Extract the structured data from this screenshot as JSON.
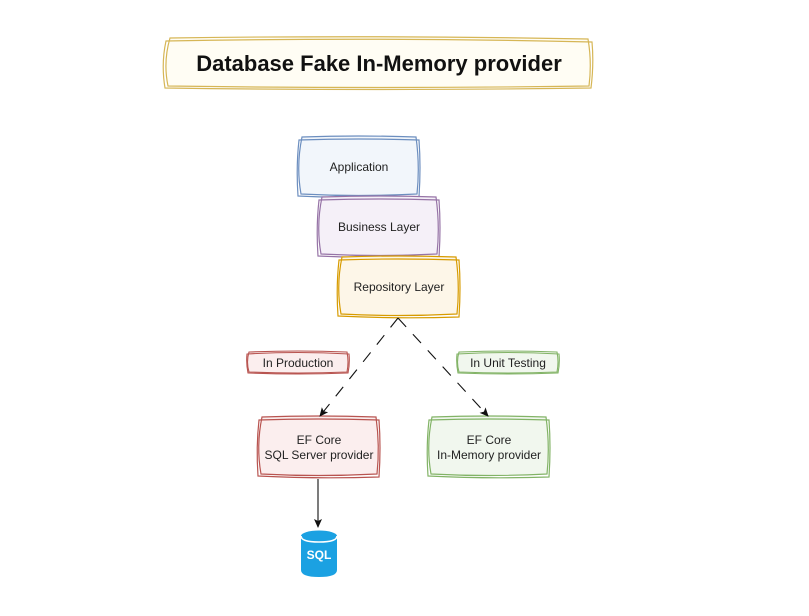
{
  "title": "Database Fake In-Memory provider",
  "nodes": {
    "application": {
      "label": "Application",
      "color": "#6c8ebf",
      "fill": "#f2f6fb"
    },
    "business": {
      "label": "Business Layer",
      "color": "#9673a6",
      "fill": "#f5f0f8"
    },
    "repository": {
      "label": "Repository Layer",
      "color": "#d79b00",
      "fill": "#fdf6e8"
    },
    "sqlserver": {
      "line1": "EF Core",
      "line2": "SQL Server provider",
      "color": "#b85450",
      "fill": "#fbeeee"
    },
    "inmemory": {
      "line1": "EF Core",
      "line2": "In-Memory provider",
      "color": "#82b366",
      "fill": "#f1f7ee"
    }
  },
  "labels": {
    "production": {
      "text": "In Production",
      "color": "#b85450",
      "fill": "#fbeeee"
    },
    "unit_testing": {
      "text": "In Unit Testing",
      "color": "#82b366",
      "fill": "#f1f7ee"
    }
  },
  "database": {
    "text": "SQL",
    "icon": "database-cylinder-icon",
    "color": "#1ba1e2"
  },
  "title_color": "#d6b656"
}
